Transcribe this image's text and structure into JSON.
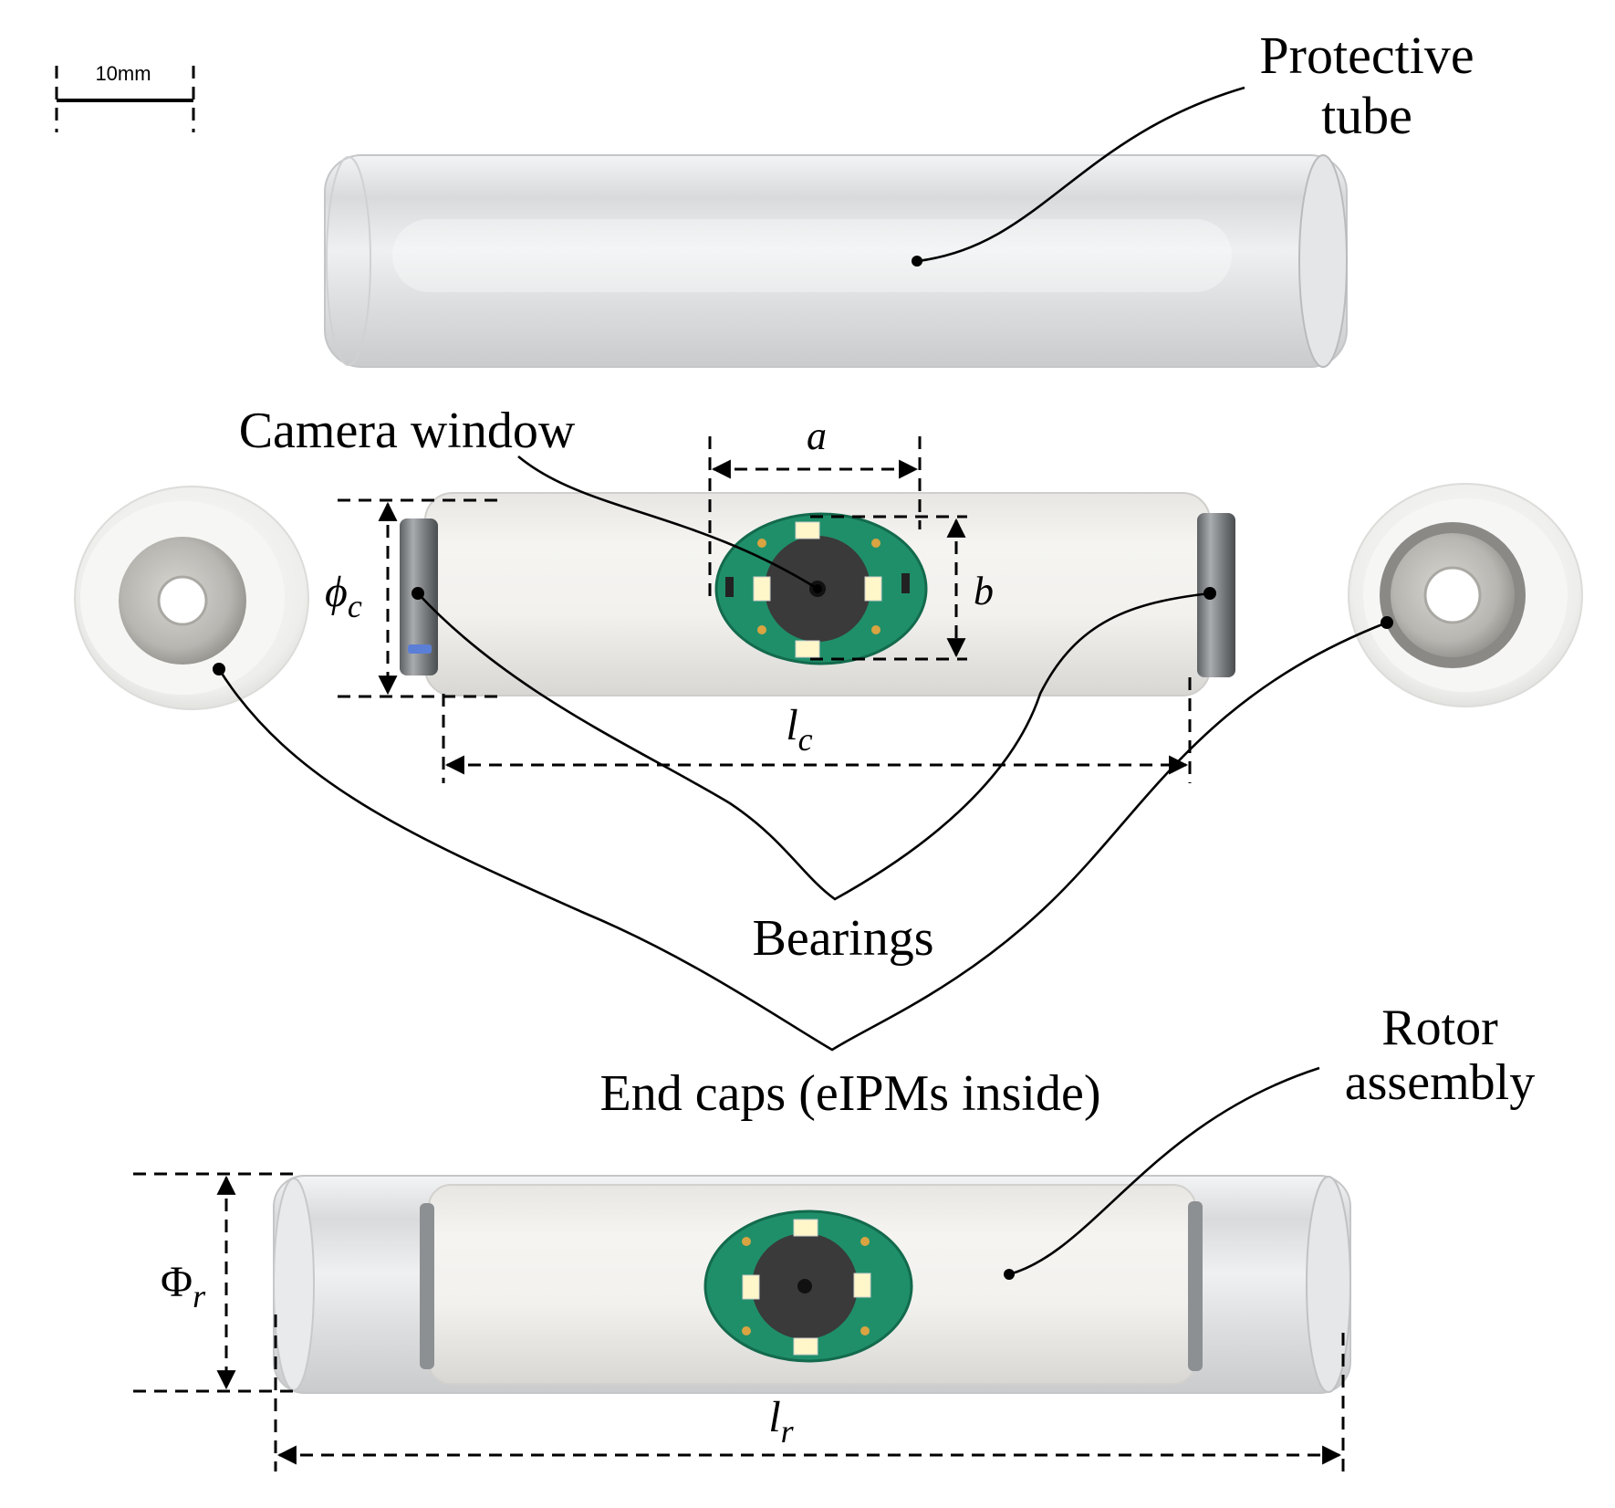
{
  "scale_bar": {
    "label": "10mm"
  },
  "labels": {
    "protective_tube_line1": "Protective",
    "protective_tube_line2": "tube",
    "camera_window": "Camera window",
    "bearings": "Bearings",
    "end_caps": "End caps (eIPMs inside)",
    "rotor_line1": "Rotor",
    "rotor_line2": "assembly"
  },
  "dimensions": {
    "a": {
      "symbol": "a",
      "subscript": ""
    },
    "b": {
      "symbol": "b",
      "subscript": ""
    },
    "phi_c": {
      "symbol": "ϕ",
      "subscript": "c"
    },
    "l_c": {
      "symbol": "l",
      "subscript": "c"
    },
    "Phi_r": {
      "symbol": "Φ",
      "subscript": "r"
    },
    "l_r": {
      "symbol": "l",
      "subscript": "r"
    }
  },
  "colors": {
    "background": "#ffffff",
    "tube_body": "#eceeef",
    "core_body": "#f0efec",
    "bearing_metal": "#8d9093",
    "magnet_metal": "#c4c2bd",
    "pcb_green": "#1f8f6a",
    "led": "#fff7c9",
    "camera_lens": "#3a3a3a"
  }
}
